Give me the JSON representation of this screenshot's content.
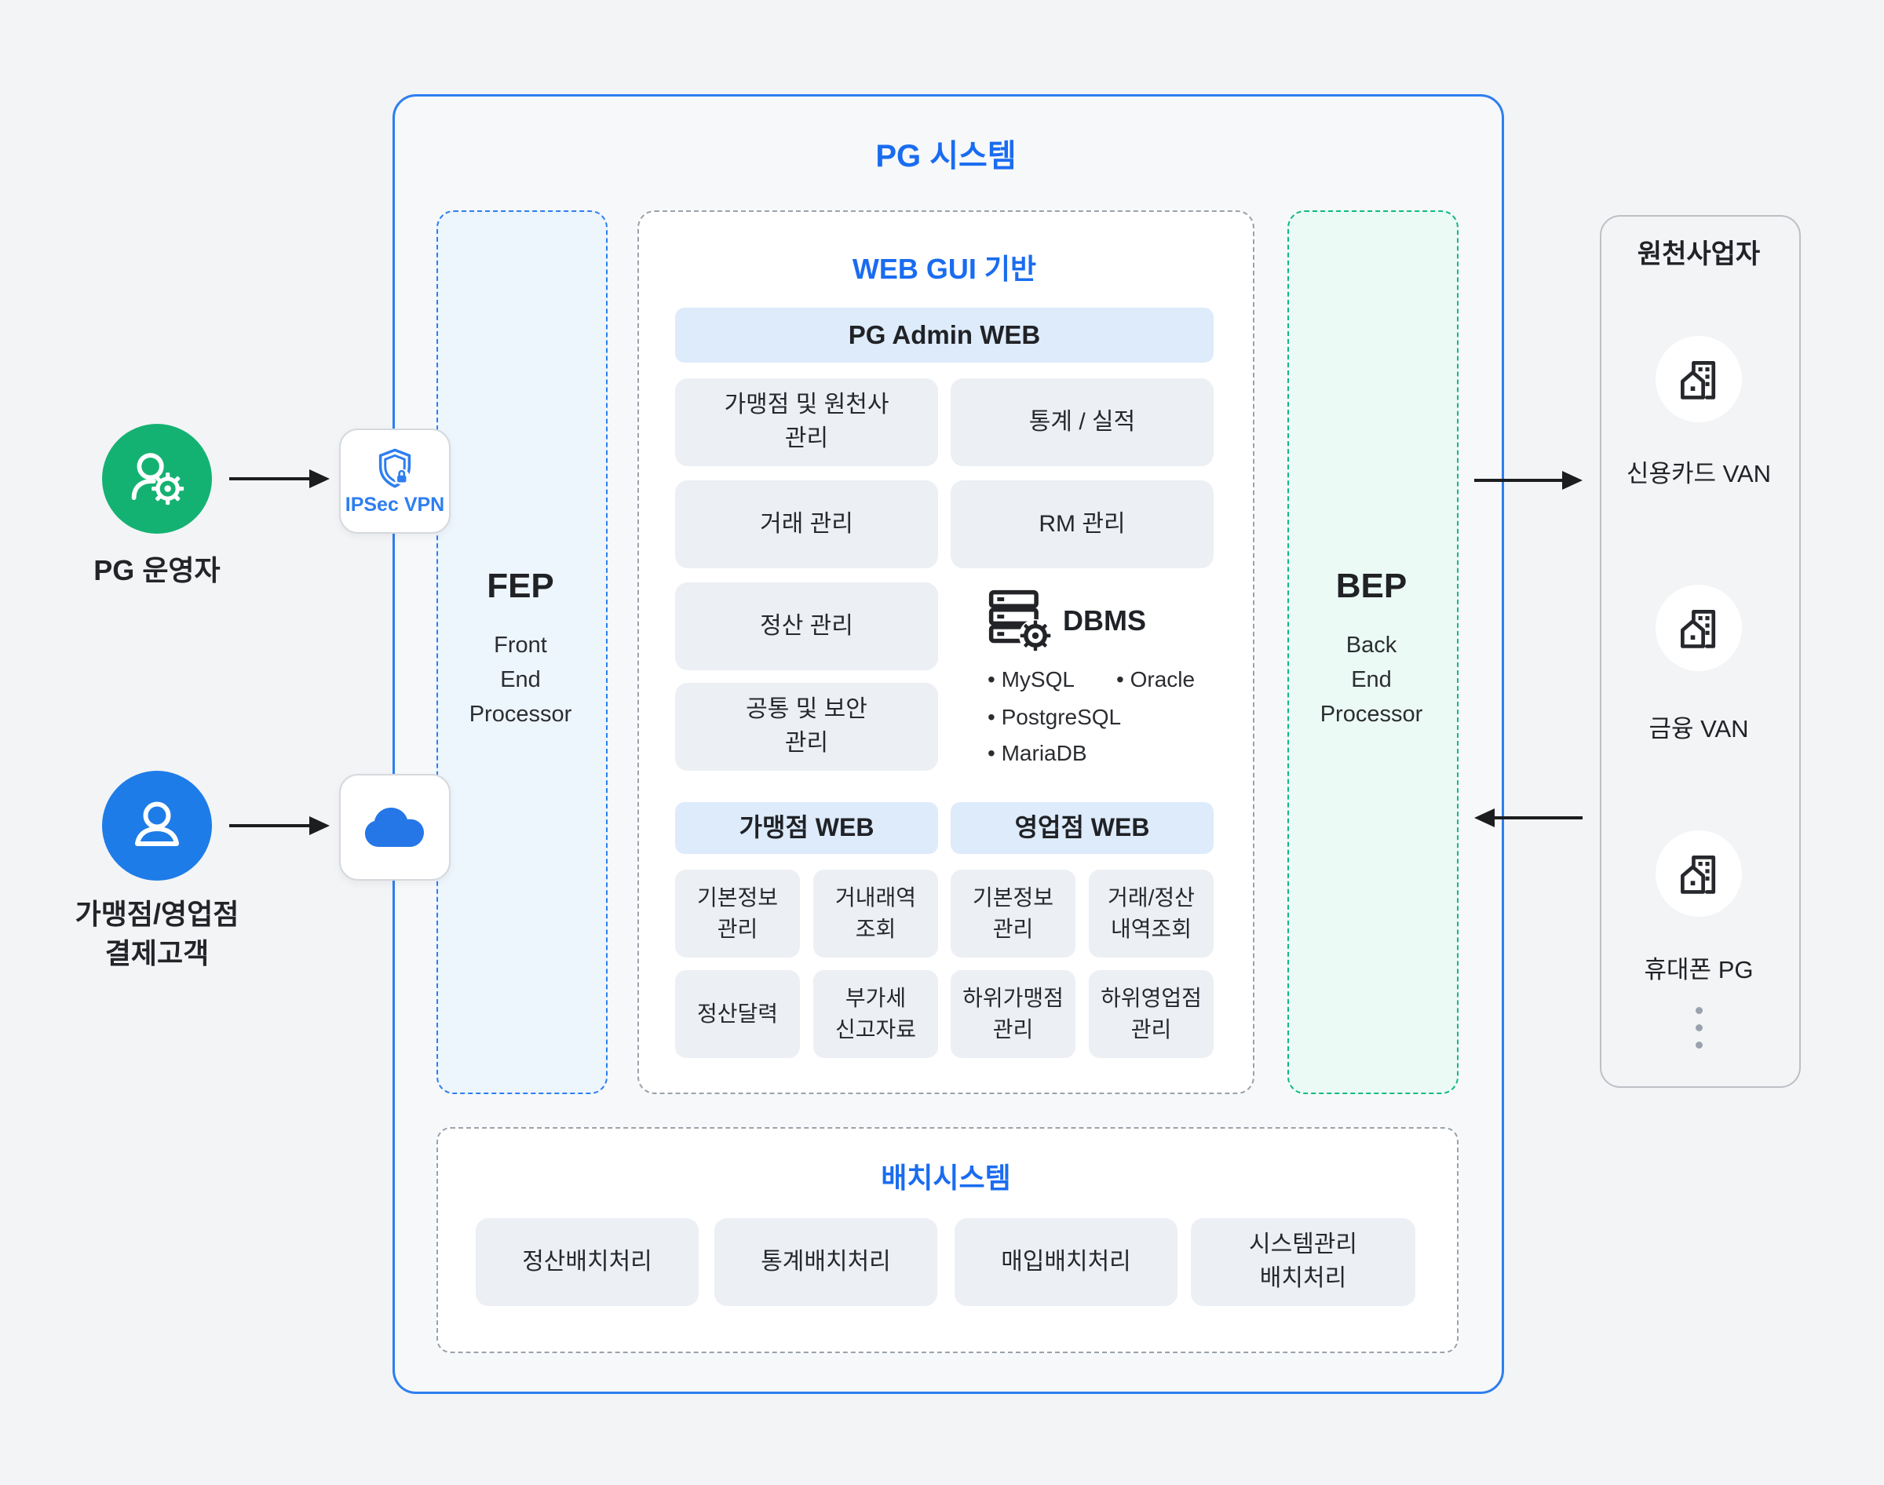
{
  "colors": {
    "accent_blue": "#2e7ef0",
    "title_blue": "#1a6cf0",
    "operator_green": "#14b272",
    "customer_blue": "#1e7ce8",
    "bep_green": "#10b981",
    "chip_gray": "#eceff3",
    "header_chip_blue": "#ddebfb"
  },
  "icons": {
    "operator": "user-gear-icon",
    "customer": "user-icon",
    "vpn": "shield-lock-icon",
    "gateway": "cloud-icon",
    "dbms": "server-gear-icon",
    "provider": "building-icon",
    "more": "vertical-ellipsis-icon"
  },
  "actors": {
    "operator": {
      "label": "PG 운영자"
    },
    "customer": {
      "label": "가맹점/영업점\n결제고객"
    }
  },
  "vpn": {
    "label": "IPSec VPN"
  },
  "pg_system": {
    "title": "PG 시스템",
    "fep": {
      "title": "FEP",
      "subtitle": "Front\nEnd\nProcessor"
    },
    "bep": {
      "title": "BEP",
      "subtitle": "Back\nEnd\nProcessor"
    },
    "web_gui": {
      "title": "WEB GUI 기반",
      "admin_header": "PG Admin WEB",
      "admin_buttons": [
        "가맹점 및 원천사\n관리",
        "통계 / 실적",
        "거래 관리",
        "RM 관리",
        "정산 관리",
        "공통 및 보안\n관리"
      ],
      "dbms": {
        "title": "DBMS",
        "items": [
          "MySQL",
          "Oracle",
          "PostgreSQL",
          "MariaDB"
        ]
      },
      "merchant_web": {
        "header": "가맹점 WEB",
        "buttons": [
          "기본정보\n관리",
          "거내래역\n조회",
          "정산달력",
          "부가세\n신고자료"
        ]
      },
      "sales_web": {
        "header": "영업점 WEB",
        "buttons": [
          "기본정보\n관리",
          "거래/정산\n내역조회",
          "하위가맹점\n관리",
          "하위영업점\n관리"
        ]
      }
    },
    "batch": {
      "title": "배치시스템",
      "buttons": [
        "정산배치처리",
        "통계배치처리",
        "매입배치처리",
        "시스템관리\n배치처리"
      ]
    }
  },
  "providers": {
    "title": "원천사업자",
    "items": [
      {
        "label": "신용카드 VAN"
      },
      {
        "label": "금융 VAN"
      },
      {
        "label": "휴대폰 PG"
      }
    ]
  }
}
